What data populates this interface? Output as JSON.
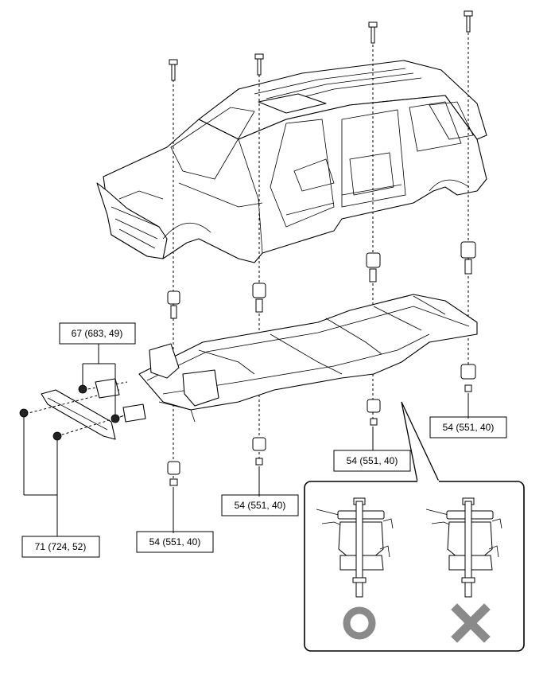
{
  "callouts": {
    "bumper_bracket_nut": "67 (683, 49)",
    "bumper_bolt": "71 (724, 52)",
    "front_mount_bolt": "54 (551, 40)",
    "second_mount_bolt": "54 (551, 40)",
    "third_mount_bolt": "54 (551, 40)",
    "rear_mount_bolt": "54 (551, 40)"
  },
  "inset": {
    "correct_symbol": "circle-correct-icon",
    "incorrect_symbol": "cross-incorrect-icon",
    "symbol_color": "#8a8a8a"
  }
}
